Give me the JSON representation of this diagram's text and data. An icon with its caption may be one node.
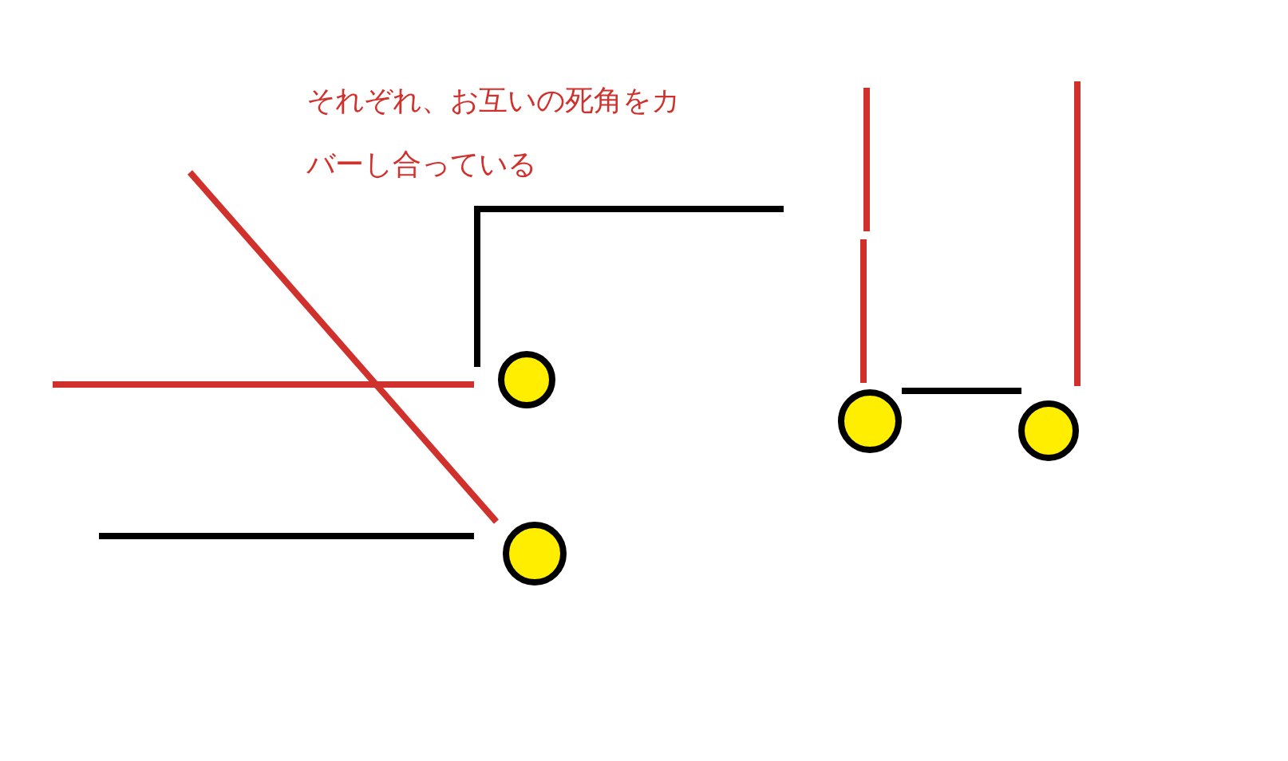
{
  "diagram": {
    "nodes": [
      {
        "text": [],
        "shape": "circle"
      },
      {
        "text": [],
        "shape": "circle"
      },
      {
        "text": [],
        "shape": "circle"
      },
      {
        "text": [],
        "shape": "circle"
      }
    ],
    "edges": [
      {
        "from": 2,
        "to": 3,
        "arrow": "none"
      }
    ],
    "labels": [
      "それぞれ、お互いの死角をカバーし合っている"
    ]
  }
}
